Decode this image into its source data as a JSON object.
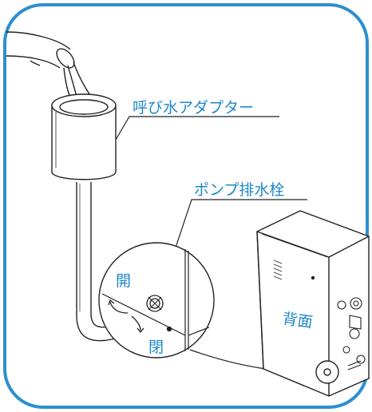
{
  "labels": {
    "adapter": "呼び水アダプター",
    "drain_plug": "ポンプ排水栓",
    "open": "開",
    "close": "閉",
    "back": "背面"
  },
  "colors": {
    "frame": "#2a90cf",
    "text": "#1e88c8",
    "line": "#222222"
  }
}
